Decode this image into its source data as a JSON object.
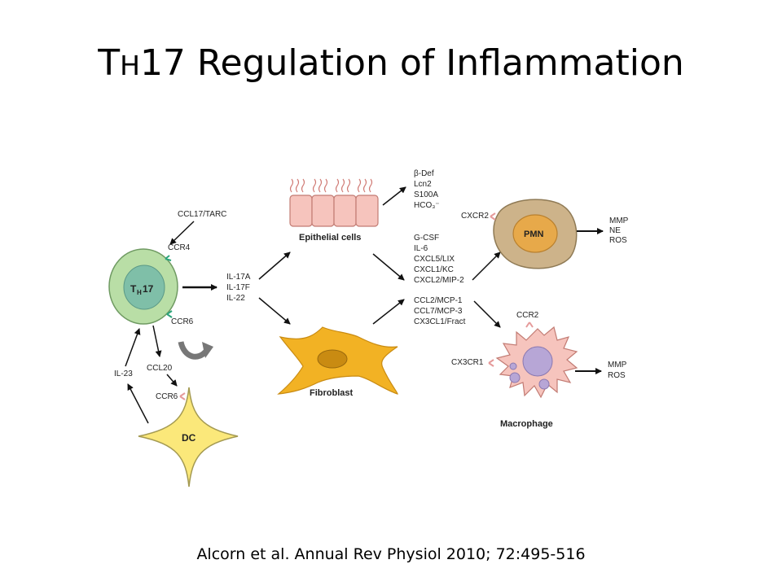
{
  "slide": {
    "title_prefix": "T",
    "title_th": "H",
    "title_rest": "17 Regulation of Inflammation",
    "citation": "Alcorn et al. Annual Rev Physiol 2010; 72:495-516"
  },
  "diagram": {
    "th17_cell": {
      "main": "T",
      "sub": "H",
      "num": "17"
    },
    "labels": {
      "ccl17": "CCL17/TARC",
      "ccr4": "CCR4",
      "ccr6_th17": "CCR6",
      "il23": "IL-23",
      "ccl20": "CCL20",
      "ccr6_dc": "CCR6",
      "dc": "DC",
      "epithelial": "Epithelial cells",
      "fibroblast": "Fibroblast",
      "pmn": "PMN",
      "macrophage": "Macrophage",
      "cxcr2": "CXCR2",
      "ccr2": "CCR2",
      "cx3cr1": "CX3CR1"
    },
    "cytokines_th17": [
      "IL-17A",
      "IL-17F",
      "IL-22"
    ],
    "epithelial_products": [
      "β-Def",
      "Lcn2",
      "S100A",
      "HCO₃⁻"
    ],
    "chemokines_pmn": [
      "G-CSF",
      "IL-6",
      "CXCL5/LIX",
      "CXCL1/KC",
      "CXCL2/MIP-2"
    ],
    "chemokines_mac": [
      "CCL2/MCP-1",
      "CCL7/MCP-3",
      "CX3CL1/Fract"
    ],
    "pmn_outputs": [
      "MMP",
      "NE",
      "ROS"
    ],
    "mac_outputs": [
      "MMP",
      "ROS"
    ],
    "colors": {
      "th17_outer": "#b9dea6",
      "th17_nucleus": "#7fbfa8",
      "dc": "#fbe87a",
      "epithelial": "#f6c4bd",
      "fibroblast": "#f2b224",
      "pmn_outer": "#cdb38a",
      "pmn_nucleus": "#e7a94a",
      "macrophage": "#f6c4bd",
      "mac_nucleus": "#b7a6d6",
      "receptor_green": "#2ba37a",
      "receptor_pink": "#e59a9a"
    }
  }
}
